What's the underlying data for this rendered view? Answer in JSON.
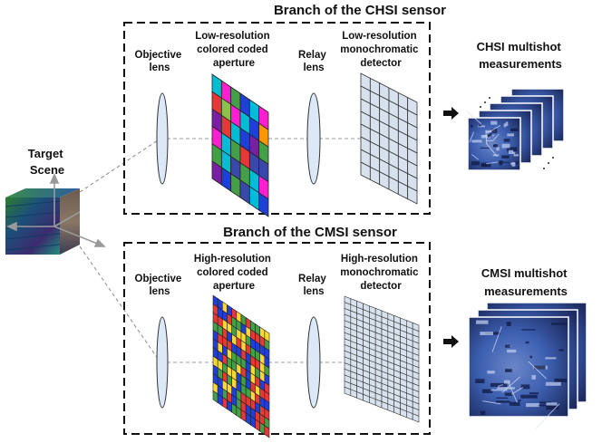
{
  "target": {
    "line1": "Target",
    "line2": "Scene"
  },
  "chsi": {
    "title": "Branch of the CHSI sensor",
    "objective": {
      "line1": "Objective",
      "line2": "lens"
    },
    "aperture": {
      "line1": "Low-resolution",
      "line2": "colored coded",
      "line3": "aperture"
    },
    "relay": {
      "line1": "Relay",
      "line2": "lens"
    },
    "detector": {
      "line1": "Low-resolution",
      "line2": "monochromatic",
      "line3": "detector"
    },
    "measurements": {
      "line1": "CHSI multishot",
      "line2": "measurements"
    },
    "aperture_grid": {
      "cols": 6,
      "rows": 6
    },
    "detector_grid": {
      "cols": 6,
      "rows": 8
    }
  },
  "cmsi": {
    "title": "Branch of the CMSI sensor",
    "objective": {
      "line1": "Objective",
      "line2": "lens"
    },
    "aperture": {
      "line1": "High-resolution",
      "line2": "colored coded",
      "line3": "aperture"
    },
    "relay": {
      "line1": "Relay",
      "line2": "lens"
    },
    "detector": {
      "line1": "High-resolution",
      "line2": "monochromatic",
      "line3": "detector"
    },
    "measurements": {
      "line1": "CMSI multishot",
      "line2": "measurements"
    },
    "aperture_grid": {
      "cols": 12,
      "rows": 12
    },
    "detector_grid": {
      "cols": 12,
      "rows": 16
    }
  },
  "colors": {
    "palette": [
      "#e53935",
      "#43a047",
      "#1e3fd8",
      "#fdd835",
      "#00bcd4",
      "#ff1fd0",
      "#7b1fa2",
      "#ff9800",
      "#8bc34a",
      "#3949ab"
    ],
    "lens_fill": "#dbe8f8",
    "detector_fill": "#d8e2ee",
    "measure_dark": "#1c2a5e",
    "measure_mid": "#3d5fb0"
  }
}
